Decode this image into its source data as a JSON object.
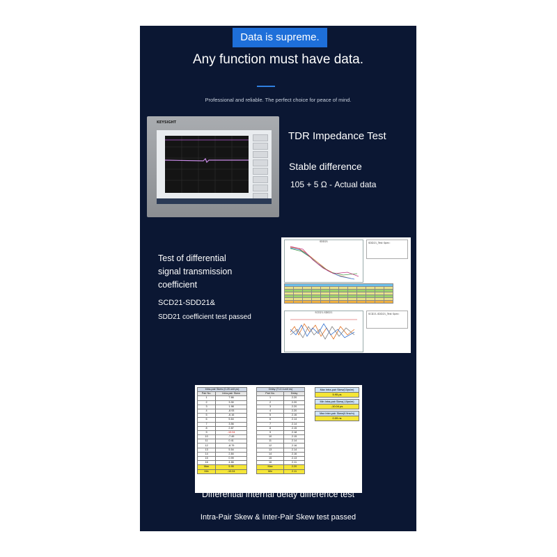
{
  "header": {
    "badge": "Data is supreme.",
    "headline": "Any function must have data.",
    "subline": "Professional and reliable. The perfect choice for peace of mind."
  },
  "tdr": {
    "brand": "KEYSIGHT",
    "title": "TDR Impedance Test",
    "line1": "Stable difference",
    "line2": "105 + 5 Ω - Actual data"
  },
  "transmission": {
    "title_lines": [
      "Test of differential",
      "signal transmission",
      "coefficient"
    ],
    "line1": "SCD21-SDD21&",
    "line2": "SDD21 coefficient test passed",
    "plot1_title": "SDD21",
    "plot1_note": "SDD21_Test Spec:",
    "plot2_title": "SCD21-SDD21",
    "plot2_note": "SCD21-SDD21_Test Spec:"
  },
  "skew": {
    "intra_title": "Intra-pair Skew (0.25 unit ps)",
    "intra_headers": [
      "Pair No.",
      "Intra-pair Skew"
    ],
    "intra_rows": [
      [
        "1",
        "7.66"
      ],
      [
        "2",
        "3.30"
      ],
      [
        "3",
        "1.98"
      ],
      [
        "4",
        "-8.93"
      ],
      [
        "5",
        "-6.16"
      ],
      [
        "6",
        "5.64"
      ],
      [
        "7",
        "3.56"
      ],
      [
        "8",
        "2.87"
      ],
      [
        "9",
        "-10.04"
      ],
      [
        "10",
        "-7.49"
      ],
      [
        "11",
        "0.41"
      ],
      [
        "12",
        "-8.79"
      ],
      [
        "13",
        "5.54"
      ],
      [
        "14",
        "2.84"
      ],
      [
        "15",
        "0.99"
      ],
      [
        "16",
        "4.66"
      ]
    ],
    "intra_max_label": "Max",
    "intra_max": "5.95",
    "intra_min_label": "Min",
    "intra_min": "-10.04",
    "delay_title": "Delay (T=0.1unit ns)",
    "delay_headers": [
      "Pair No.",
      "Delay"
    ],
    "delay_rows": [
      [
        "1",
        "2.20"
      ],
      [
        "2",
        "2.20"
      ],
      [
        "3",
        "2.20"
      ],
      [
        "4",
        "2.20"
      ],
      [
        "5",
        "2.16"
      ],
      [
        "6",
        "2.14"
      ],
      [
        "7",
        "2.14"
      ],
      [
        "8",
        "2.15"
      ],
      [
        "9",
        "2.18"
      ],
      [
        "10",
        "2.15"
      ],
      [
        "11",
        "2.14"
      ],
      [
        "12",
        "2.16"
      ],
      [
        "13",
        "2.14"
      ],
      [
        "14",
        "2.16"
      ],
      [
        "15",
        "2.13"
      ],
      [
        "16",
        "2.11"
      ]
    ],
    "delay_max_label": "Max",
    "delay_max": "2.20",
    "delay_min_label": "Min",
    "delay_min": "2.11",
    "box1_label": "Max Intra-pair Skew(10ps/m)",
    "box1_value": "5.95 ps",
    "box2_label": "Min Intra-pair Skew(-10ps/m)",
    "box2_value": "-10.04 ps",
    "box3_label": "Max Inter-pair Skew(0.9ns/m)",
    "box3_value": "0.09 ns",
    "caption1": "Differential internal delay difference test",
    "caption2": "Intra-Pair Skew & Inter-Pair Skew test passed"
  },
  "colors": {
    "background": "#0b1733",
    "badge": "#1e6fd9",
    "accent_line": "#2f7fe0",
    "highlight": "#f5e637"
  }
}
